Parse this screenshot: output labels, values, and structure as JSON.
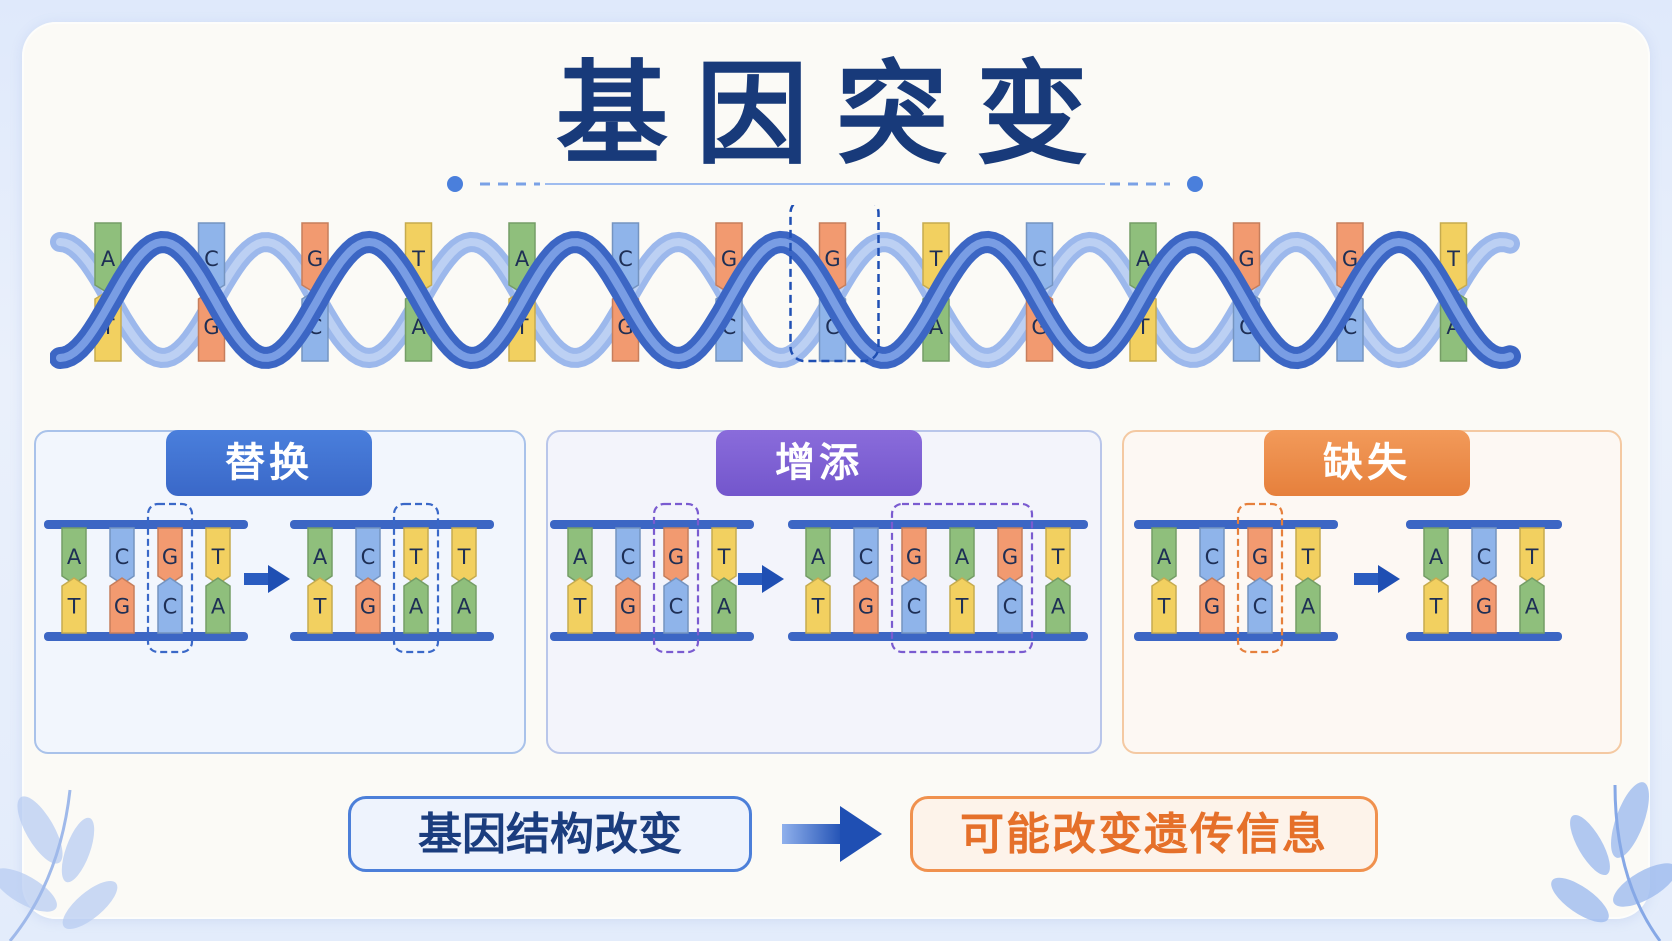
{
  "title": "基因突变",
  "helix": {
    "pairs": [
      {
        "top": "A",
        "bottom": "T"
      },
      {
        "top": "C",
        "bottom": "G"
      },
      {
        "top": "G",
        "bottom": "C"
      },
      {
        "top": "T",
        "bottom": "A"
      },
      {
        "top": "A",
        "bottom": "T"
      },
      {
        "top": "C",
        "bottom": "G"
      },
      {
        "top": "G",
        "bottom": "C"
      },
      {
        "top": "G",
        "bottom": "C"
      },
      {
        "top": "T",
        "bottom": "A"
      },
      {
        "top": "C",
        "bottom": "G"
      },
      {
        "top": "A",
        "bottom": "T"
      },
      {
        "top": "G",
        "bottom": "C"
      },
      {
        "top": "G",
        "bottom": "C"
      },
      {
        "top": "T",
        "bottom": "A"
      }
    ],
    "highlighted_index": 7
  },
  "base_colors": {
    "A": "#8fbf7c",
    "T": "#f2d060",
    "G": "#f29a70",
    "C": "#8fb4ea"
  },
  "strand_color": "#3c66c4",
  "panels": [
    {
      "label": "替换",
      "accent": "#3a68c8",
      "before": {
        "pairs": [
          {
            "top": "A",
            "bottom": "T"
          },
          {
            "top": "C",
            "bottom": "G"
          },
          {
            "top": "G",
            "bottom": "C"
          },
          {
            "top": "T",
            "bottom": "A"
          }
        ],
        "highlight": [
          2
        ]
      },
      "after": {
        "pairs": [
          {
            "top": "A",
            "bottom": "T"
          },
          {
            "top": "C",
            "bottom": "G"
          },
          {
            "top": "T",
            "bottom": "A"
          },
          {
            "top": "T",
            "bottom": "A"
          }
        ],
        "highlight": [
          2
        ]
      }
    },
    {
      "label": "增添",
      "accent": "#7a5bd0",
      "before": {
        "pairs": [
          {
            "top": "A",
            "bottom": "T"
          },
          {
            "top": "C",
            "bottom": "G"
          },
          {
            "top": "G",
            "bottom": "C"
          },
          {
            "top": "T",
            "bottom": "A"
          }
        ],
        "highlight": [
          2
        ]
      },
      "after": {
        "pairs": [
          {
            "top": "A",
            "bottom": "T"
          },
          {
            "top": "C",
            "bottom": "G"
          },
          {
            "top": "G",
            "bottom": "C"
          },
          {
            "top": "A",
            "bottom": "T"
          },
          {
            "top": "G",
            "bottom": "C"
          },
          {
            "top": "T",
            "bottom": "A"
          }
        ],
        "highlight": [
          2,
          3,
          4
        ]
      }
    },
    {
      "label": "缺失",
      "accent": "#e6803c",
      "before": {
        "pairs": [
          {
            "top": "A",
            "bottom": "T"
          },
          {
            "top": "C",
            "bottom": "G"
          },
          {
            "top": "G",
            "bottom": "C"
          },
          {
            "top": "T",
            "bottom": "A"
          }
        ],
        "highlight": [
          2
        ]
      },
      "after": {
        "pairs": [
          {
            "top": "A",
            "bottom": "T"
          },
          {
            "top": "C",
            "bottom": "G"
          },
          {
            "top": "T",
            "bottom": "A"
          }
        ],
        "highlight": []
      }
    }
  ],
  "conclusion": {
    "cause": "基因结构改变",
    "effect": "可能改变遗传信息"
  }
}
